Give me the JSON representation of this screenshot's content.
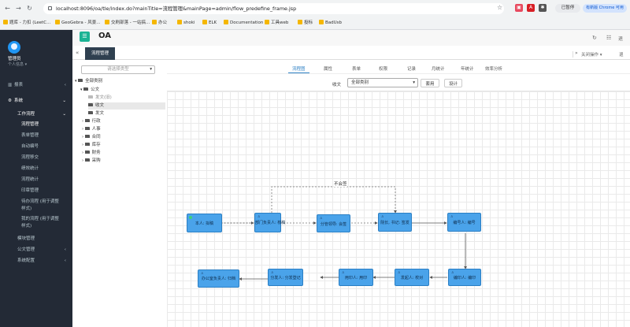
{
  "browser": {
    "url": "localhost:8096/oa/tle/index.do?mainTitle=流程管理&mainPage=admin/flow_predefine_frame.jsp",
    "bookmarks": [
      "题库 - 力扣 (LeetC...",
      "GeoGebra - 风景...",
      "交刷部落 - 一站搞...",
      "办公",
      "shoki",
      "ELK",
      "Documentation",
      "工具web",
      "投标",
      "BadUsb"
    ],
    "pause_label": "已暂停",
    "update_label": "有新版 Chrome 可用"
  },
  "app": {
    "title": "OA",
    "active_tab": "流程管理",
    "tab_actions": "关闭操作 ▾",
    "return_label": "退"
  },
  "user": {
    "name": "管理员",
    "info": "个人信息 ▾"
  },
  "sidebar": {
    "items": [
      {
        "label": "报表"
      },
      {
        "label": "系统"
      },
      {
        "label": "工作流程"
      }
    ],
    "sub_items": [
      "流程管理",
      "表单管理",
      "自动编号",
      "流程移交",
      "绩效统计",
      "流程统计",
      "印章管理",
      "待办流程 (用于调整",
      "样式)",
      "我的流程 (用于调整",
      "样式)"
    ],
    "bottom_items": [
      "模块管理",
      "公文管理",
      "系统配置"
    ]
  },
  "toolbar": {
    "tabs": [
      "流程图",
      "属性",
      "表单",
      "权限",
      "记录",
      "月统计",
      "年统计",
      "效率分析"
    ],
    "type_label": "收文",
    "select_value": "全部类别",
    "use_button": "套用",
    "design_button": "设计",
    "tree_select_placeholder": "请选择类型"
  },
  "tree": {
    "root": "全部类别",
    "items": [
      "公文",
      "发文(旧)",
      "收文",
      "发文",
      "行政",
      "人事",
      "合同",
      "库存",
      "财务",
      "采购"
    ]
  },
  "flow": {
    "loop_label": "不会签",
    "nodes": [
      "本人: 拟稿",
      "部门负责人: 核稿",
      "分管领导: 会签",
      "院长, 书记: 签发",
      "编号人: 编号",
      "编印人: 编印",
      "发起人: 校对",
      "用印人: 用印",
      "分发人: 分发登记",
      "办公室负责人: 归档"
    ]
  }
}
